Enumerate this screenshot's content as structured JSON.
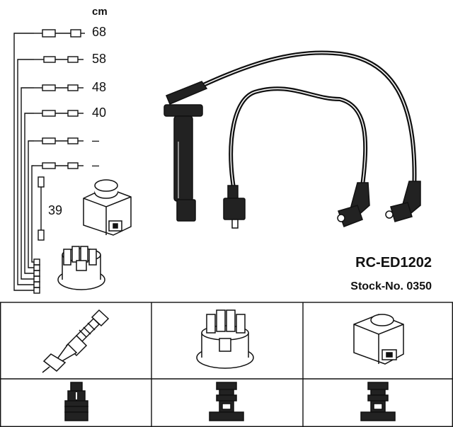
{
  "lengths": {
    "unit": "cm",
    "cables": [
      "68",
      "58",
      "48",
      "40",
      "–",
      "–"
    ],
    "side": "39"
  },
  "product": {
    "reference": "RC-ED1202",
    "stock": "Stock-No. 0350"
  },
  "icons": {
    "top_left": "spark-plug-icon",
    "top_middle": "distributor-cap-icon",
    "top_right": "ignition-coil-icon",
    "bottom_left": "spark-plug-terminal-icon",
    "bottom_middle": "distributor-connector-icon",
    "bottom_right": "coil-connector-icon"
  }
}
